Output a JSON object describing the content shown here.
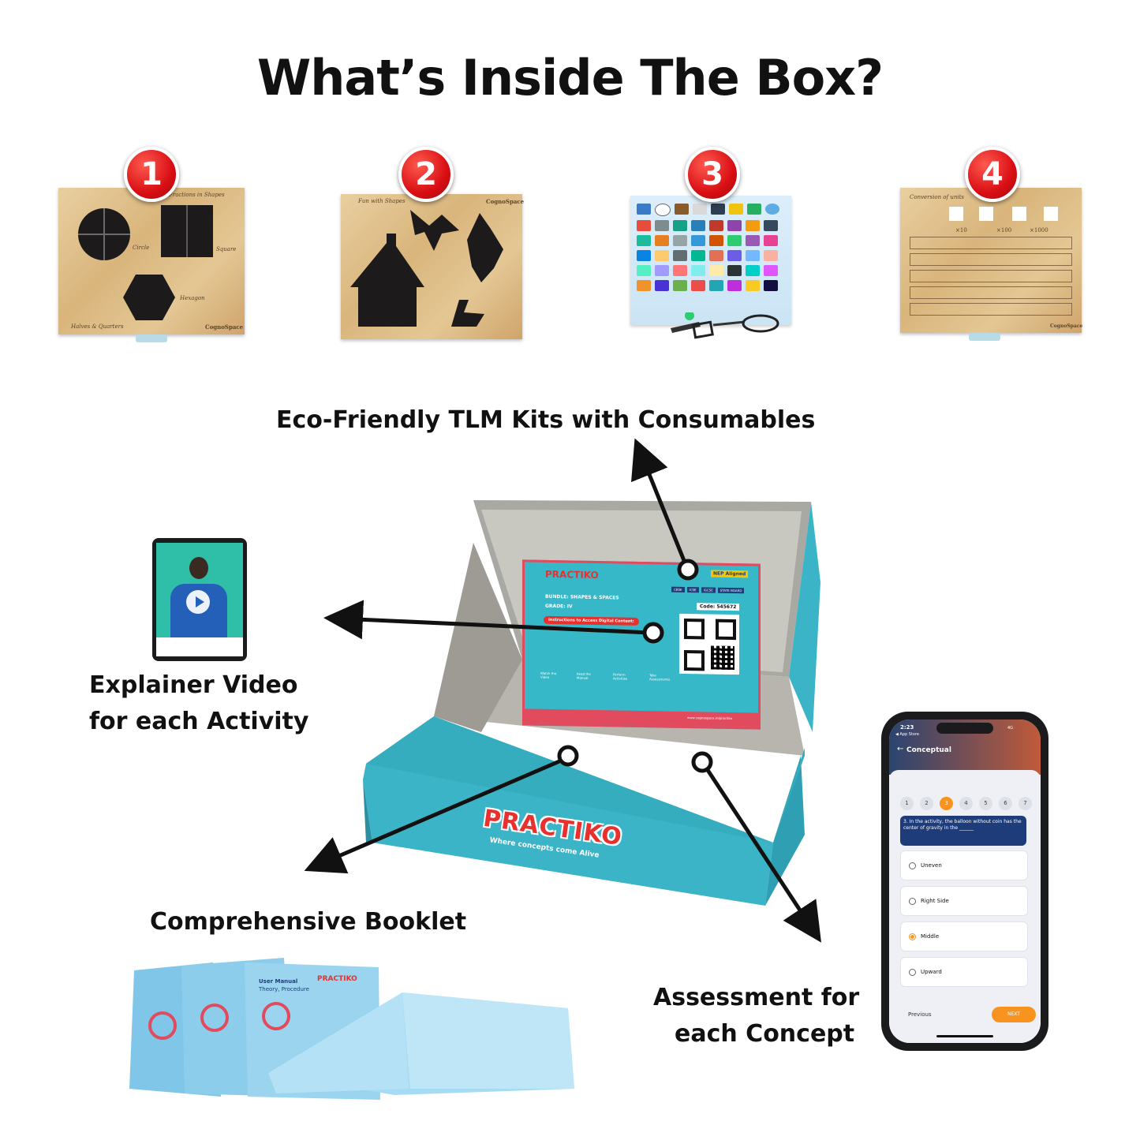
{
  "page": {
    "title": "What’s Inside The Box?"
  },
  "items": [
    {
      "number": "1",
      "heading": "Fractions in Shapes",
      "labels": [
        "Circle",
        "Square",
        "Hexagon",
        "Halves & Quarters"
      ],
      "brand": "CognoSpace"
    },
    {
      "number": "2",
      "heading": "Fun with Shapes",
      "brand": "CognoSpace"
    },
    {
      "number": "3"
    },
    {
      "number": "4",
      "heading": "Conversion of units",
      "marks": [
        "×10",
        "×100",
        "×1000"
      ],
      "brand": "CognoSpace"
    }
  ],
  "callouts": {
    "tlm": "Eco-Friendly TLM Kits with Consumables",
    "video_line1": "Explainer Video",
    "video_line2": "for each Activity",
    "booklet": "Comprehensive Booklet",
    "assess_line1": "Assessment for",
    "assess_line2": "each Concept"
  },
  "box": {
    "brand": "PRACTIKO",
    "tagline": "Where concepts come Alive",
    "card": {
      "brand": "PRACTIKO",
      "bundle": "BUNDLE: SHAPES & SPACES",
      "grade": "GRADE: IV",
      "instructions": "Instructions to Access Digital Content:",
      "code": "Code: 545672",
      "badges": [
        "CBSE",
        "ICSE",
        "IGCSE",
        "STATE BOARD"
      ],
      "nep": "NEP Aligned",
      "steps": [
        "Watch the Video",
        "Read the Manual",
        "Perform Activities",
        "Take Assessments"
      ],
      "footer": "www.cognospace.in/practiko"
    }
  },
  "booklet": {
    "title": "User Manual",
    "subtitle": "Theory, Procedure",
    "brand": "PRACTIKO"
  },
  "phone": {
    "time": "2:23",
    "back": "◀ App Store",
    "status": "4G",
    "header": "Conceptual",
    "steps": [
      "1",
      "2",
      "3",
      "4",
      "5",
      "6",
      "7"
    ],
    "active_step": 3,
    "question": "3. In the activity, the balloon without coin has the center of gravity in the ______",
    "options": [
      "Uneven",
      "Right Side",
      "Middle",
      "Upward"
    ],
    "selected_option": "Middle",
    "prev_label": "Previous",
    "next_label": "NEXT"
  },
  "colors": {
    "badge_red": "#d90f14",
    "box_teal": "#3cb4c7",
    "accent_orange": "#f7931e",
    "navy": "#1f3c7a"
  }
}
